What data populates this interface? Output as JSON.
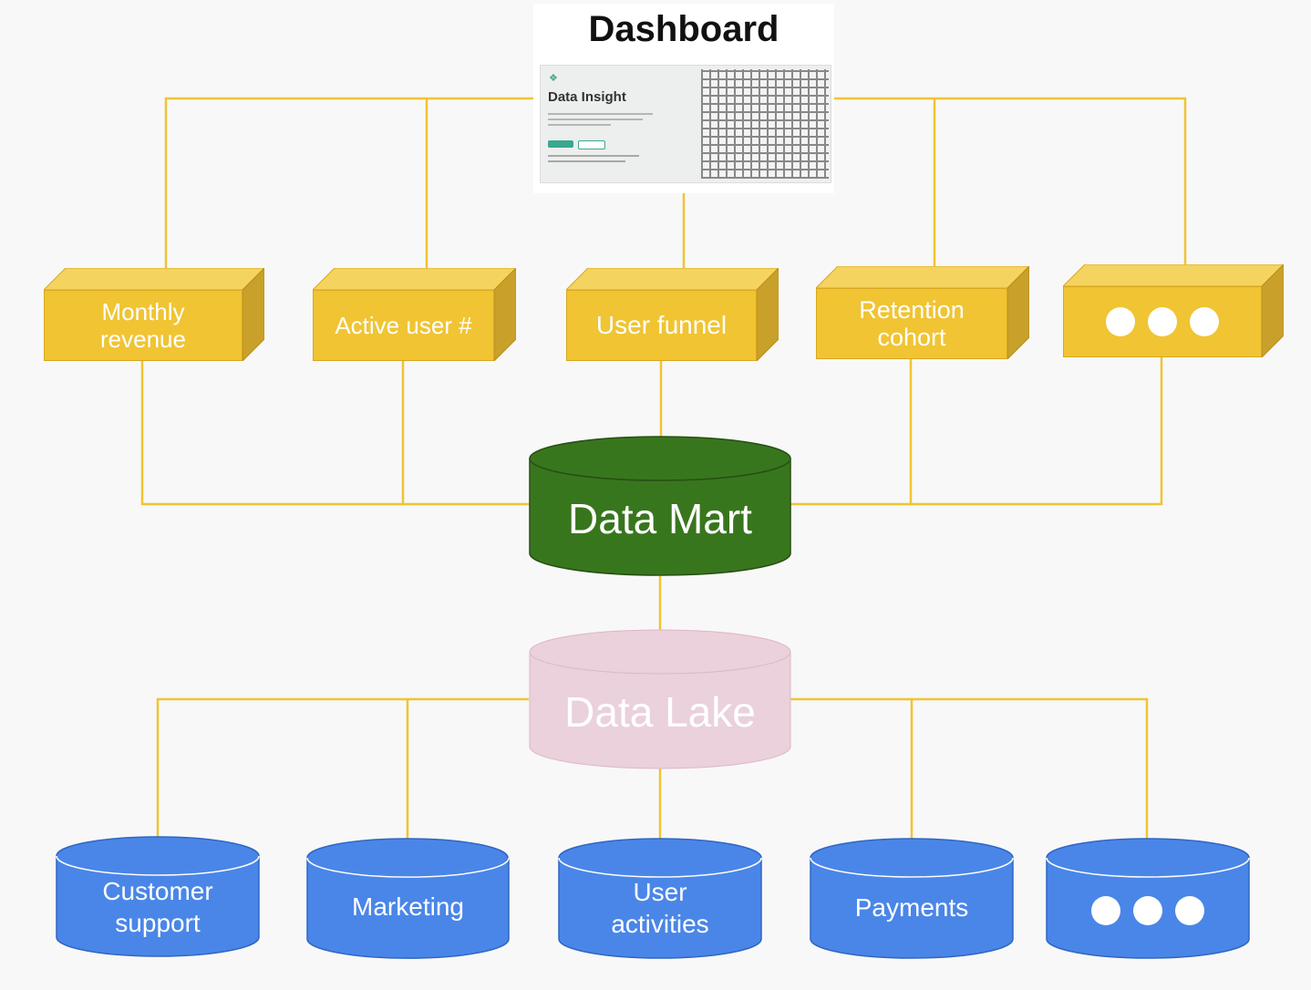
{
  "dashboard": {
    "title": "Dashboard",
    "app_name": "Data Insight"
  },
  "colors": {
    "connector": "#f0c433",
    "box_yellow": "#f0c433",
    "data_mart_green": "#38761d",
    "data_lake_pink": "#ead1dc",
    "source_blue": "#4a86e8"
  },
  "metrics": [
    {
      "label": "Monthly\nrevenue"
    },
    {
      "label": "Active user #"
    },
    {
      "label": "User funnel"
    },
    {
      "label": "Retention\ncohort"
    },
    {
      "label": "",
      "more_icon": "ellipsis-dots"
    }
  ],
  "data_mart": {
    "label": "Data Mart"
  },
  "data_lake": {
    "label": "Data Lake"
  },
  "sources": [
    {
      "label": "Customer\nsupport"
    },
    {
      "label": "Marketing"
    },
    {
      "label": "User\nactivities"
    },
    {
      "label": "Payments"
    },
    {
      "label": "",
      "more_icon": "ellipsis-dots"
    }
  ]
}
